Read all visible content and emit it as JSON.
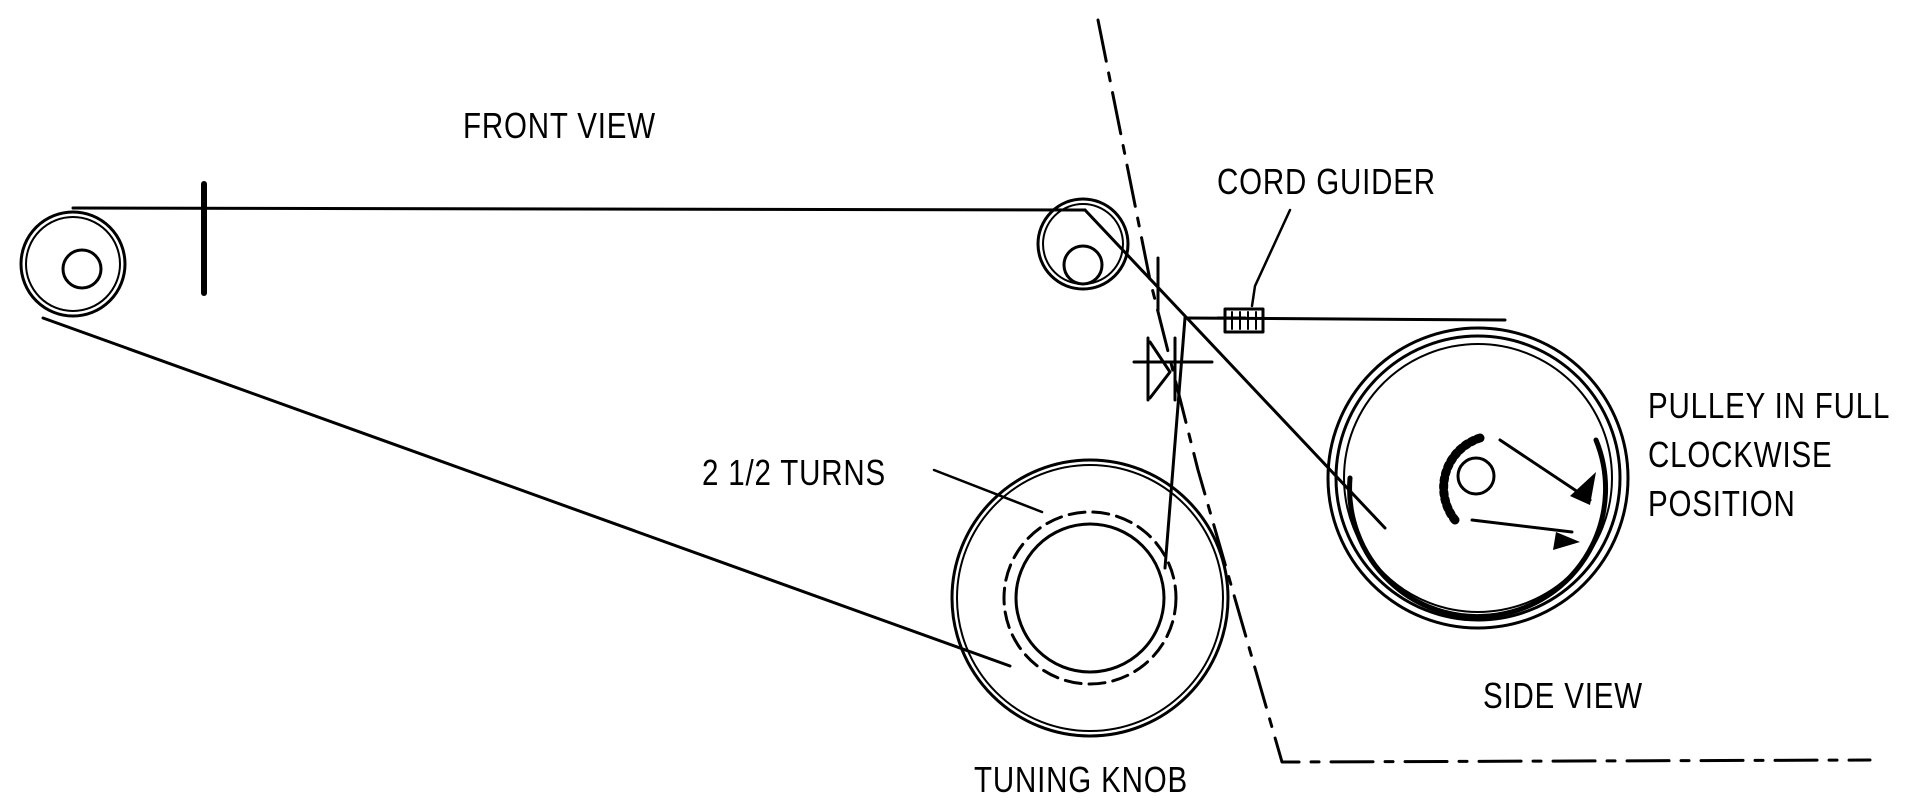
{
  "diagram": {
    "labels": {
      "front_view": "FRONT VIEW",
      "cord_guider": "CORD GUIDER",
      "turns": "2 1/2 TURNS",
      "pulley_line1": "PULLEY IN FULL",
      "pulley_line2": "CLOCKWISE",
      "pulley_line3": "POSITION",
      "side_view": "SIDE VIEW",
      "tuning_knob": "TUNING KNOB"
    },
    "colors": {
      "ink": "#000000",
      "background": "#ffffff"
    }
  }
}
